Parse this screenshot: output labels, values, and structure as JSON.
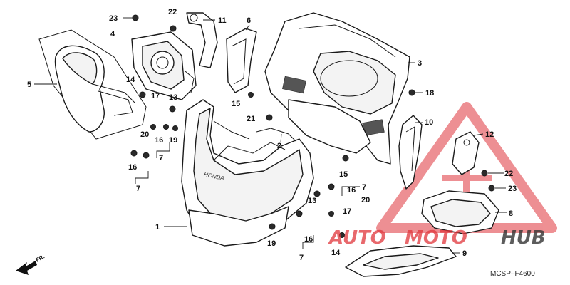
{
  "callouts": {
    "c1": "1",
    "c2": "2",
    "c3": "3",
    "c4": "4",
    "c5": "5",
    "c6": "6",
    "c7a": "7",
    "c7b": "7",
    "c7c": "7",
    "c7d": "7",
    "c8": "8",
    "c9": "9",
    "c10": "10",
    "c11": "11",
    "c12": "12",
    "c13a": "13",
    "c13b": "13",
    "c14a": "14",
    "c14b": "14",
    "c15a": "15",
    "c15b": "15",
    "c16a": "16",
    "c16b": "16",
    "c16c": "16",
    "c16d": "16",
    "c17a": "17",
    "c17b": "17",
    "c18": "18",
    "c19a": "19",
    "c19b": "19",
    "c20a": "20",
    "c20b": "20",
    "c21": "21",
    "c22a": "22",
    "c22b": "22",
    "c23a": "23",
    "c23b": "23"
  },
  "diagram_code": "MCSP–F4600",
  "forward_label": "FR.",
  "fairing_brand": "HONDA",
  "watermark": {
    "part1": "AUTO",
    "part2": "MOTO",
    "part3": "HUB",
    "color_red": "#e0353b",
    "color_dark": "#333333"
  }
}
